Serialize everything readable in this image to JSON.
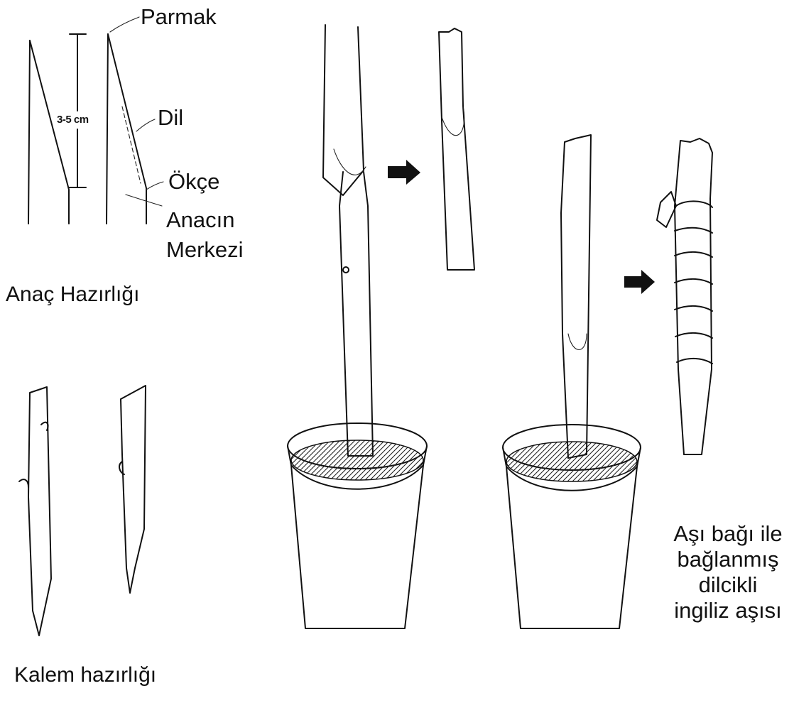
{
  "labels": {
    "parmak": "Parmak",
    "measure": "3-5 cm",
    "dil": "Dil",
    "okce": "Ökçe",
    "anacin_merkezi": [
      "Anacın",
      "Merkezi"
    ],
    "anac_hazirligi": "Anaç Hazırlığı",
    "kalem_hazirligi": "Kalem hazırlığı",
    "final_caption": [
      "Aşı bağı ile",
      "bağlanmış",
      "dilcikli",
      "ingiliz aşısı"
    ]
  },
  "icons": [
    "arrow-right-icon",
    "flower-pot-icon"
  ]
}
